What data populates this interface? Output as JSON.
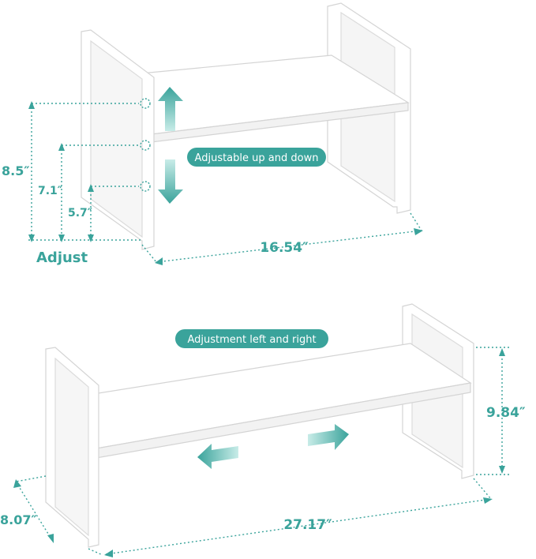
{
  "colors": {
    "accent": "#3aa39b",
    "accent_light": "#bfe6e2",
    "frame": "#ffffff",
    "outline": "#d4d4d4"
  },
  "top_rack": {
    "label_adjustable": "Adjustable up and down",
    "label_adjust": "Adjust",
    "height_max": "8.5″",
    "height_mid": "7.1″",
    "height_min": "5.7″",
    "width": "16.54″"
  },
  "bottom_rack": {
    "label_adjustment": "Adjustment left and right",
    "height": "9.84″",
    "depth": "8.07″",
    "width": "27.17″"
  },
  "icons": [
    "arrow-up-icon",
    "arrow-down-icon",
    "arrow-left-icon",
    "arrow-right-icon",
    "adjust-hole-icon"
  ]
}
